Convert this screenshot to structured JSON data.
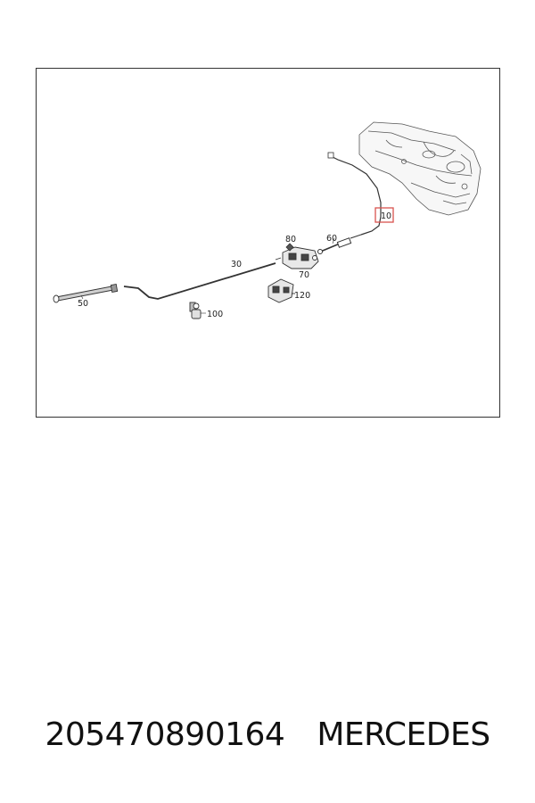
{
  "diagram": {
    "callouts": {
      "c10": "10",
      "c30": "30",
      "c50": "50",
      "c60": "60",
      "c70": "70",
      "c80": "80",
      "c100": "100",
      "c120": "120"
    },
    "highlight_color": "#d9534f",
    "line_color": "#333333"
  },
  "caption": {
    "part_number": "205470890164",
    "brand": "MERCEDES"
  }
}
